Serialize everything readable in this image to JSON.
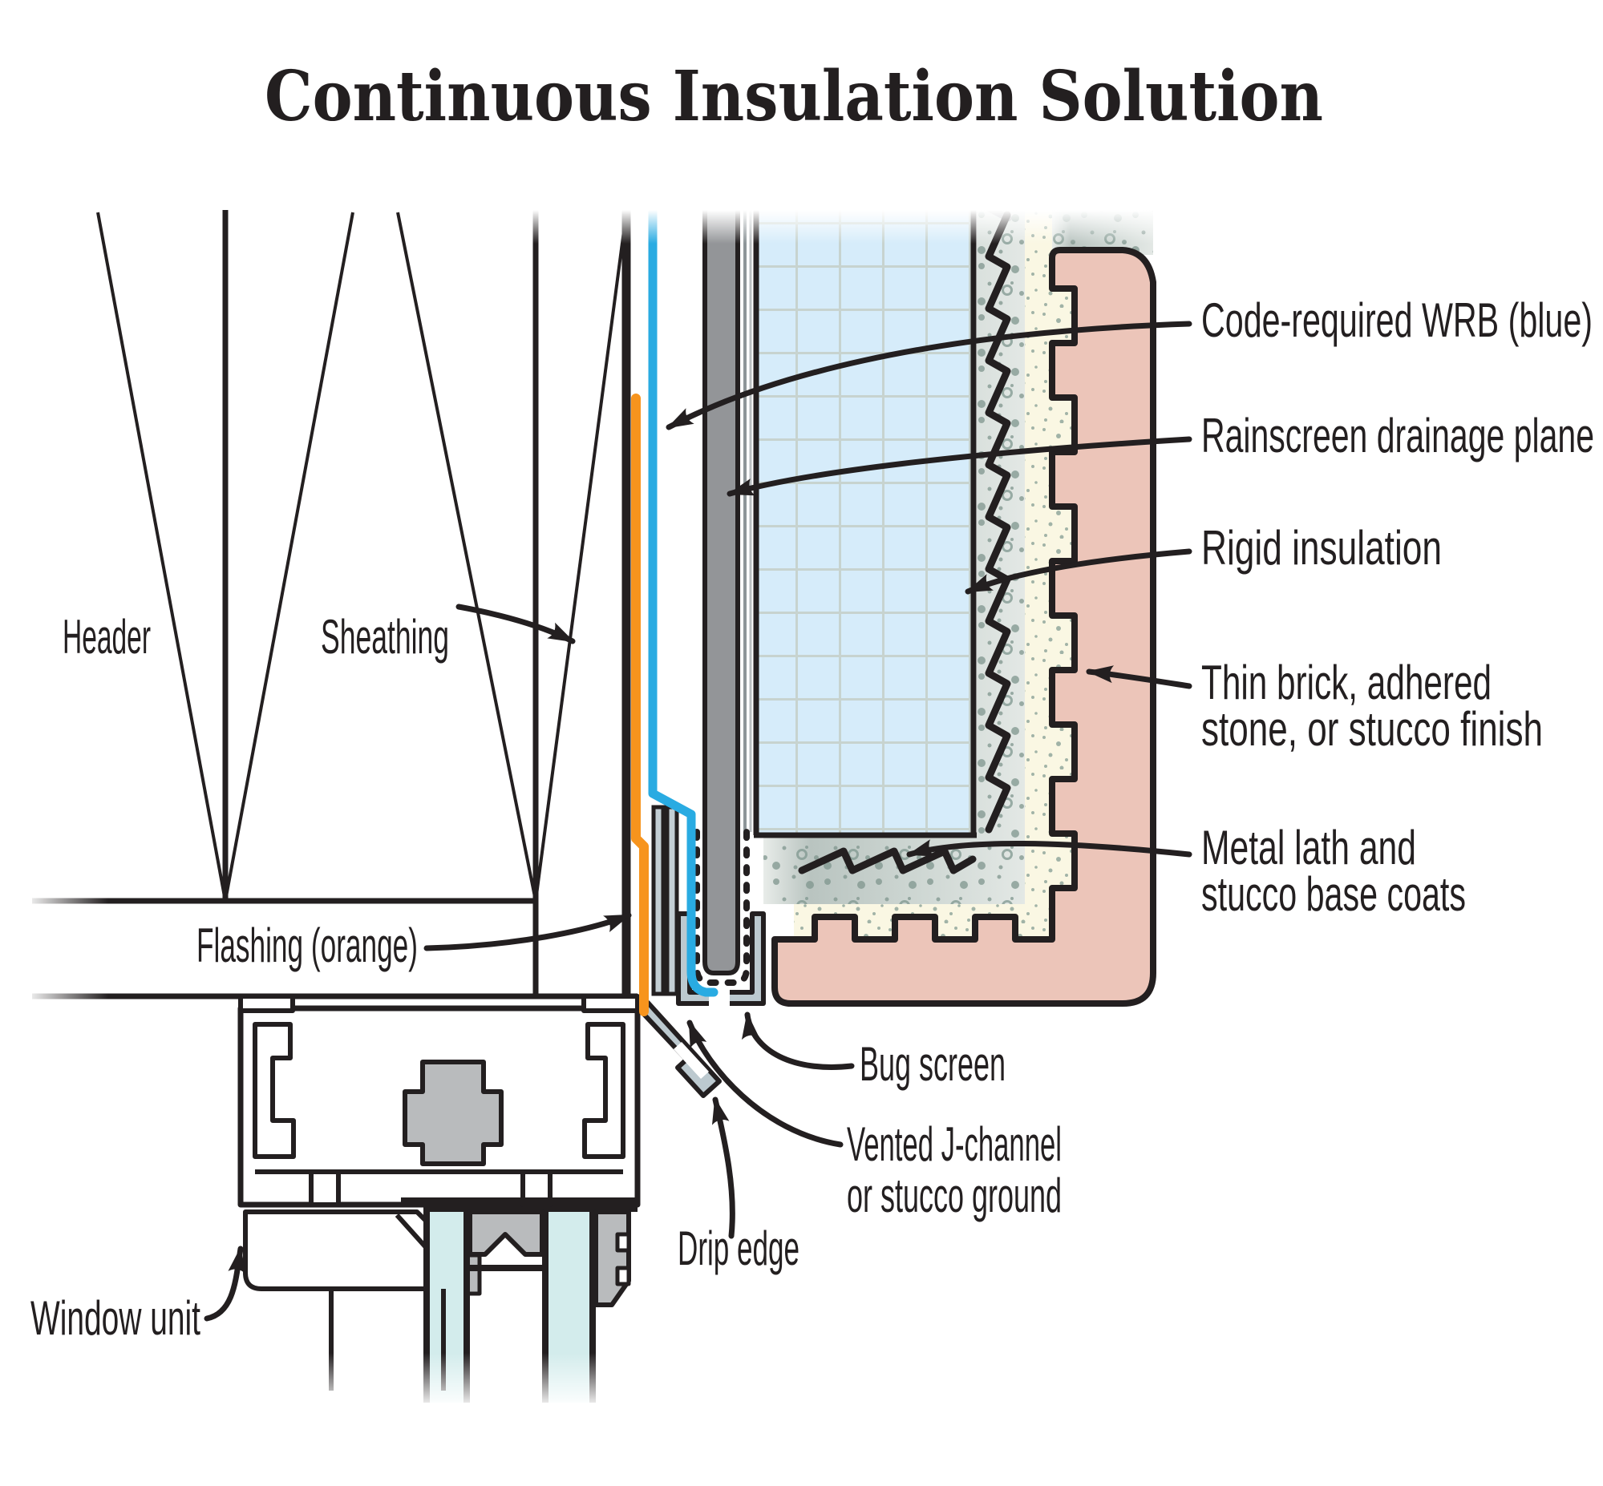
{
  "title": "Continuous Insulation Solution",
  "labels": {
    "header": "Header",
    "sheathing": "Sheathing",
    "flashing": "Flashing (orange)",
    "wrb": "Code-required WRB (blue)",
    "rainscreen": "Rainscreen drainage plane",
    "rigid_insulation": "Rigid insulation",
    "thin_brick": [
      "Thin brick, adhered",
      "stone, or stucco finish"
    ],
    "metal_lath": [
      "Metal lath and",
      "stucco base coats"
    ],
    "bug_screen": "Bug screen",
    "vented_j": [
      "Vented J-channel",
      "or stucco ground"
    ],
    "drip_edge": "Drip edge",
    "window_unit": "Window unit"
  },
  "colors": {
    "ink": "#231f20",
    "wrb_blue": "#29abe2",
    "flashing_orange": "#f7941d",
    "insulation_fill": "#d6ecfa",
    "insulation_grid": "#c7d3cf",
    "drainage_gray": "#939598",
    "base_coat_light": "#e3e8e5",
    "base_coat_dark": "#b9c4c0",
    "base_speckle": "#7f968e",
    "finish_cream": "#faf7e3",
    "cream_speckle": "#8ba398",
    "brick_pink": "#ecc5b9",
    "metal_gray": "#bcc9cf",
    "frame_gray": "#b9bbbd",
    "glass_cyan": "#d3ecec"
  }
}
